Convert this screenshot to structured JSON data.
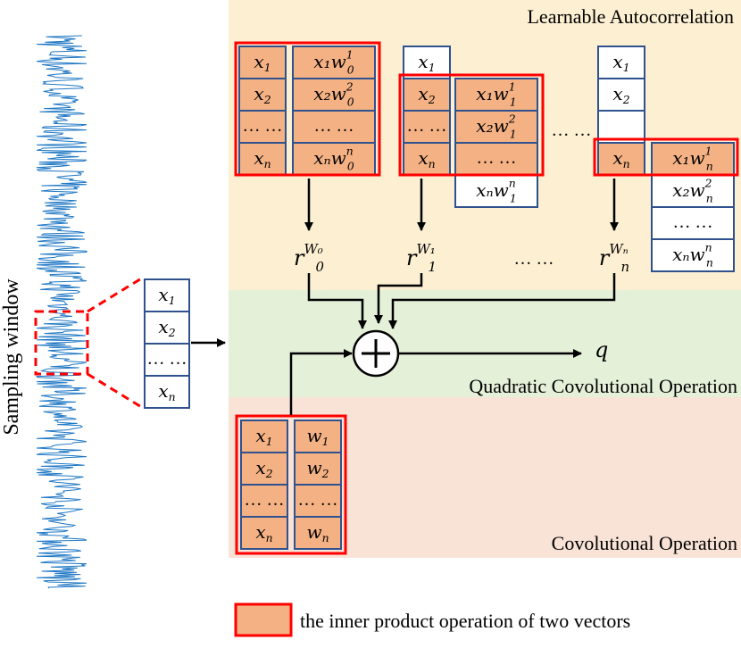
{
  "colors": {
    "learnable_bg": "#fcefd2",
    "quadratic_bg": "#e5f0d9",
    "conv_bg": "#f9e3d7",
    "cell_fill": "#f4b183",
    "cell_border": "#2f528f",
    "highlight": "#ff0000",
    "signal": "#1f77c4",
    "arrow": "#000000"
  },
  "labels": {
    "learnable": "Learnable Autocorrelation",
    "quadratic": "Quadratic Covolutional Operation",
    "conv": "Covolutional Operation",
    "sampling": "Sampling window",
    "legend": "the inner product operation of two vectors",
    "output": "q",
    "dots": "… …",
    "sum_symbol": "+"
  },
  "input_vector": [
    {
      "base": "x",
      "sub": "1",
      "sup": ""
    },
    {
      "base": "x",
      "sub": "2",
      "sup": ""
    },
    {
      "base": "… …",
      "sub": "",
      "sup": ""
    },
    {
      "base": "x",
      "sub": "n",
      "sup": ""
    }
  ],
  "autocorr_blocks": [
    {
      "left": [
        {
          "base": "x",
          "sub": "1",
          "sup": ""
        },
        {
          "base": "x",
          "sub": "2",
          "sup": ""
        },
        {
          "base": "… …",
          "sub": "",
          "sup": ""
        },
        {
          "base": "x",
          "sub": "n",
          "sup": ""
        }
      ],
      "right": [
        {
          "base": "x₁w",
          "sub": "0",
          "sup": "1"
        },
        {
          "base": "x₂w",
          "sub": "0",
          "sup": "2"
        },
        {
          "base": "… …",
          "sub": "",
          "sup": ""
        },
        {
          "base": "xₙw",
          "sub": "0",
          "sup": "n"
        }
      ],
      "r_label": {
        "base": "r",
        "sub": "0",
        "sup": "W₀"
      }
    },
    {
      "left": [
        {
          "base": "x",
          "sub": "1",
          "sup": ""
        },
        {
          "base": "x",
          "sub": "2",
          "sup": ""
        },
        {
          "base": "… …",
          "sub": "",
          "sup": ""
        },
        {
          "base": "x",
          "sub": "n",
          "sup": ""
        }
      ],
      "right": [
        {
          "base": "x₁w",
          "sub": "1",
          "sup": "1"
        },
        {
          "base": "x₂w",
          "sub": "1",
          "sup": "2"
        },
        {
          "base": "… …",
          "sub": "",
          "sup": ""
        },
        {
          "base": "xₙw",
          "sub": "1",
          "sup": "n"
        }
      ],
      "r_label": {
        "base": "r",
        "sub": "1",
        "sup": "W₁"
      }
    },
    {
      "left": [
        {
          "base": "x",
          "sub": "1",
          "sup": ""
        },
        {
          "base": "x",
          "sub": "2",
          "sup": ""
        },
        {
          "base": "",
          "sub": "",
          "sup": ""
        },
        {
          "base": "x",
          "sub": "n",
          "sup": ""
        }
      ],
      "right": [
        {
          "base": "x₁w",
          "sub": "n",
          "sup": "1"
        },
        {
          "base": "x₂w",
          "sub": "n",
          "sup": "2"
        },
        {
          "base": "… …",
          "sub": "",
          "sup": ""
        },
        {
          "base": "xₙw",
          "sub": "n",
          "sup": "n"
        }
      ],
      "r_label": {
        "base": "r",
        "sub": "n",
        "sup": "Wₙ"
      }
    }
  ],
  "conv_block": {
    "left": [
      {
        "base": "x",
        "sub": "1",
        "sup": ""
      },
      {
        "base": "x",
        "sub": "2",
        "sup": ""
      },
      {
        "base": "… …",
        "sub": "",
        "sup": ""
      },
      {
        "base": "x",
        "sub": "n",
        "sup": ""
      }
    ],
    "right": [
      {
        "base": "w",
        "sub": "1",
        "sup": ""
      },
      {
        "base": "w",
        "sub": "2",
        "sup": ""
      },
      {
        "base": "… …",
        "sub": "",
        "sup": ""
      },
      {
        "base": "w",
        "sub": "n",
        "sup": ""
      }
    ]
  }
}
